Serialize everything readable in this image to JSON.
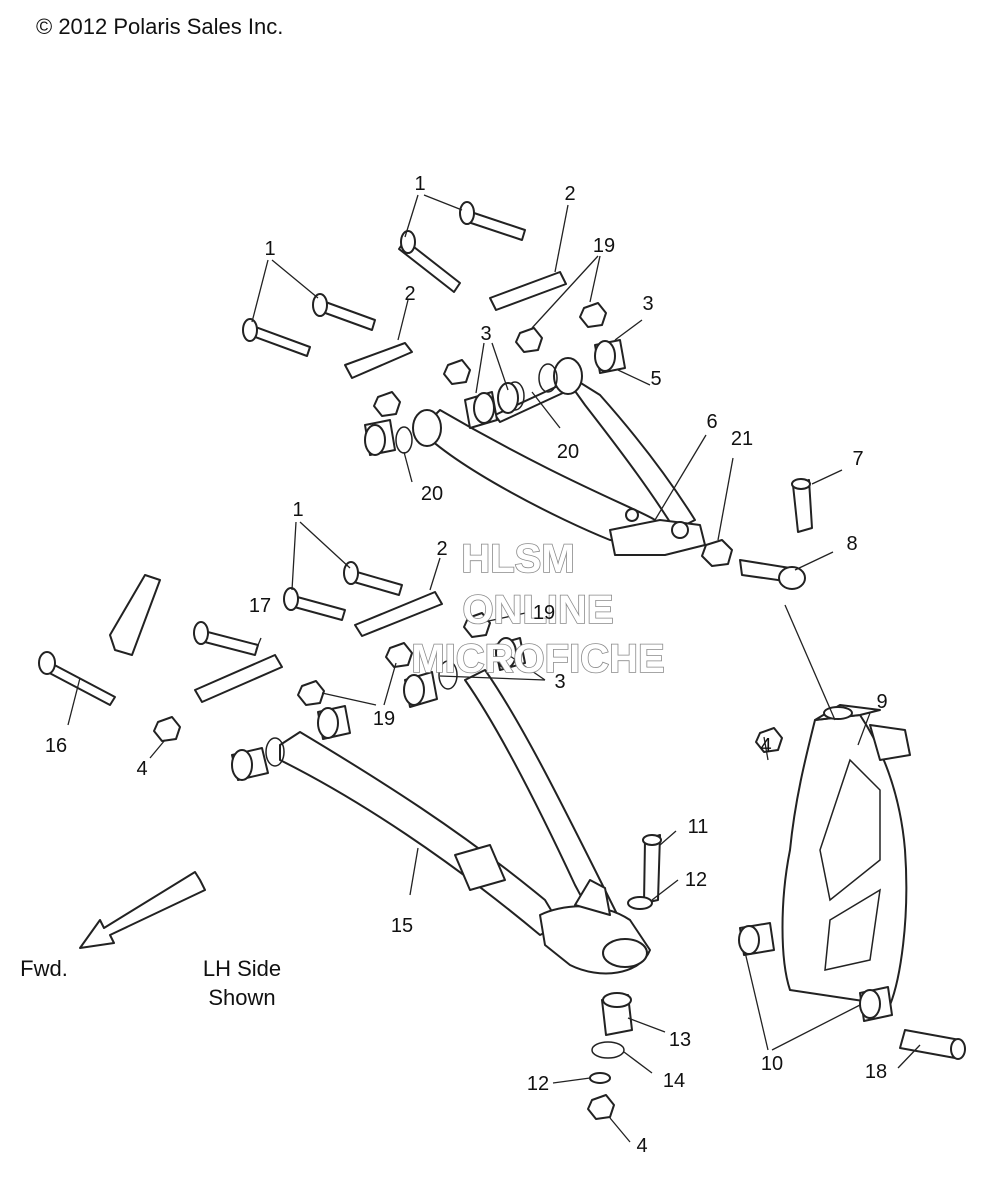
{
  "copyright": "© 2012 Polaris Sales Inc.",
  "watermark": {
    "line1": "HLSM",
    "line2": "ONLINE",
    "line3": "MICROFICHE"
  },
  "notes": {
    "fwd": "Fwd.",
    "side_line1": "LH Side",
    "side_line2": "Shown"
  },
  "callouts": {
    "c1a": "1",
    "c1b": "1",
    "c1c": "1",
    "c2a": "2",
    "c2b": "2",
    "c2c": "2",
    "c3a": "3",
    "c3b": "3",
    "c3c": "3",
    "c4a": "4",
    "c4b": "4",
    "c4c": "4",
    "c5": "5",
    "c6": "6",
    "c7": "7",
    "c8": "8",
    "c9": "9",
    "c10": "10",
    "c11": "11",
    "c12a": "12",
    "c12b": "12",
    "c13": "13",
    "c14": "14",
    "c15": "15",
    "c16": "16",
    "c17": "17",
    "c18": "18",
    "c19a": "19",
    "c19b": "19",
    "c19c": "19",
    "c20a": "20",
    "c20b": "20",
    "c21": "21"
  }
}
